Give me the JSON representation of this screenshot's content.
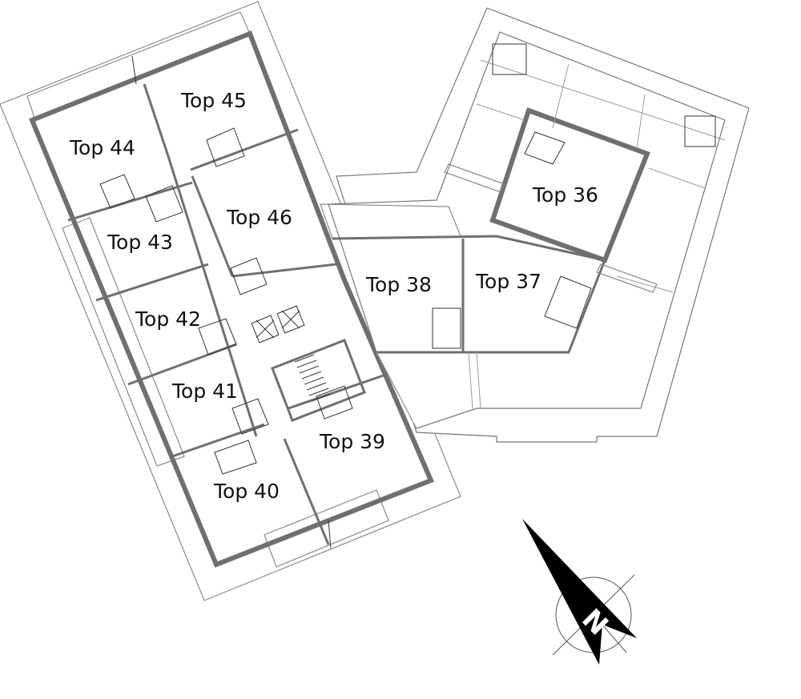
{
  "rooms": [
    {
      "id": "top-44",
      "label": "Top 44"
    },
    {
      "id": "top-45",
      "label": "Top 45"
    },
    {
      "id": "top-46",
      "label": "Top 46"
    },
    {
      "id": "top-43",
      "label": "Top 43"
    },
    {
      "id": "top-42",
      "label": "Top 42"
    },
    {
      "id": "top-41",
      "label": "Top 41"
    },
    {
      "id": "top-40",
      "label": "Top 40"
    },
    {
      "id": "top-39",
      "label": "Top 39"
    },
    {
      "id": "top-38",
      "label": "Top 38"
    },
    {
      "id": "top-37",
      "label": "Top 37"
    },
    {
      "id": "top-36",
      "label": "Top 36"
    }
  ],
  "north_arrow": {
    "letter": "N",
    "icon": "north-arrow-icon"
  },
  "colors": {
    "wall": "#6f6f6f",
    "outline": "#8a8a8a",
    "text": "#111111"
  }
}
